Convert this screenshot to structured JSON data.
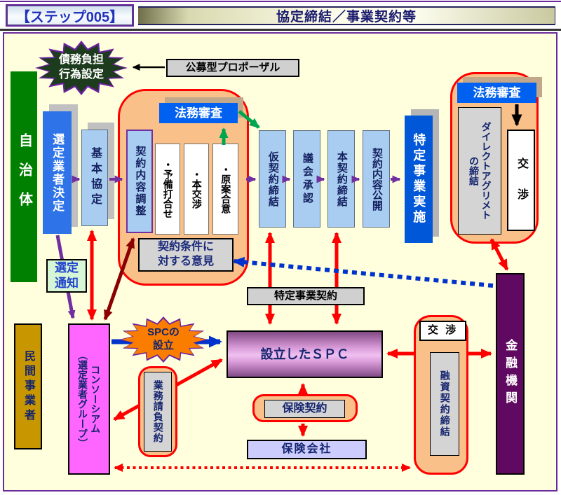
{
  "header": {
    "step_label": "【ステップ005】",
    "title": "協定締結／事業契約等"
  },
  "lanes": {
    "municipality": "自治体",
    "private_operator": "民間事業者",
    "financial_institution": "金融機関"
  },
  "bursts": {
    "debt_burden": "債務負担\n行為設定",
    "spc_formation": "SPCの\n設立"
  },
  "process": {
    "public_proposal": "公募型プロポーザル",
    "selected_operator_decision": "選定業者決定",
    "basic_agreement": "基本協定",
    "legal_review_left": "法務審査",
    "contract_content_adjustment": "契約内容調整",
    "preliminary_meeting": "・予備打合せ",
    "main_negotiation": "・本交渉",
    "draft_agreement": "・原案合意",
    "opinions_on_terms": "契約条件に\n対する意見",
    "provisional_contract": "仮契約締結",
    "council_approval": "議会承認",
    "main_contract": "本契約締結",
    "contract_disclosure": "契約内容公開",
    "project_implementation": "特定事業実施",
    "legal_review_right": "法務審査",
    "direct_agreement": "ダイレクトアグリメト\nの締結",
    "negotiation_right": "交　渉",
    "selection_notice": "選定\n通知",
    "specified_project_contract": "特定事業契約",
    "established_spc": "設立したＳＰＣ",
    "consortium": "コンソーシアム\n（選定業者グループ）",
    "work_subcontract": "業務請負契約",
    "insurance_contract": "保険契約",
    "insurance_company": "保険会社",
    "negotiation_bottom": "交 渉",
    "loan_contract": "融資契約締結"
  },
  "colors": {
    "background_cream": "#ffffde",
    "frame_purple": "#6a2a9a",
    "municipality_green": "#008000",
    "private_gold": "#c89700",
    "financial_purple": "#600960",
    "bright_blue": "#2e74e8",
    "legal_blue": "#0060f0",
    "implementation_blue": "#0057d8",
    "light_blue": "#a9cdf1",
    "peach": "#f9c189",
    "red": "#fe0000",
    "dark_red": "#8b0000",
    "green_arrow": "#00a550",
    "purple_arrow": "#7030a0",
    "blue_arrow": "#0033cc",
    "magenta": "#ff66ff",
    "spc_purple": "#824a86",
    "starburst_dark_green": "#1d3b1d",
    "starburst_orange": "#fa7d00"
  }
}
